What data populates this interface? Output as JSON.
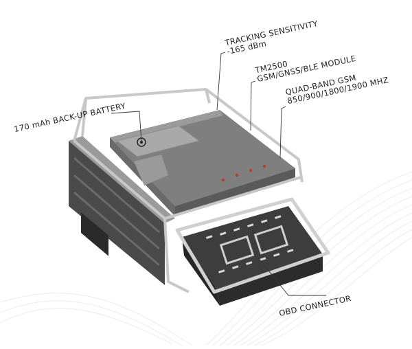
{
  "callouts": {
    "battery": {
      "line1": "170 mAh BACK-UP BATTERY"
    },
    "tracking": {
      "line1": "TRACKING SENSITIVITY",
      "line2": "-165 dBm"
    },
    "module": {
      "line1": "TM2500",
      "line2": "GSM/GNSS/BLE MODULE"
    },
    "gsm": {
      "line1": "QUAD-BAND GSM",
      "line2": "850/900/1800/1900 MHZ"
    },
    "obd": {
      "line1": "OBD CONNECTOR"
    }
  },
  "colors": {
    "frame": "#c9c9c9",
    "board": "#7d7d7d",
    "board_top": "#8a8a8a",
    "dark_side": "#3e3e3e",
    "leader": "#333333",
    "wave": "#e4e4e4"
  }
}
